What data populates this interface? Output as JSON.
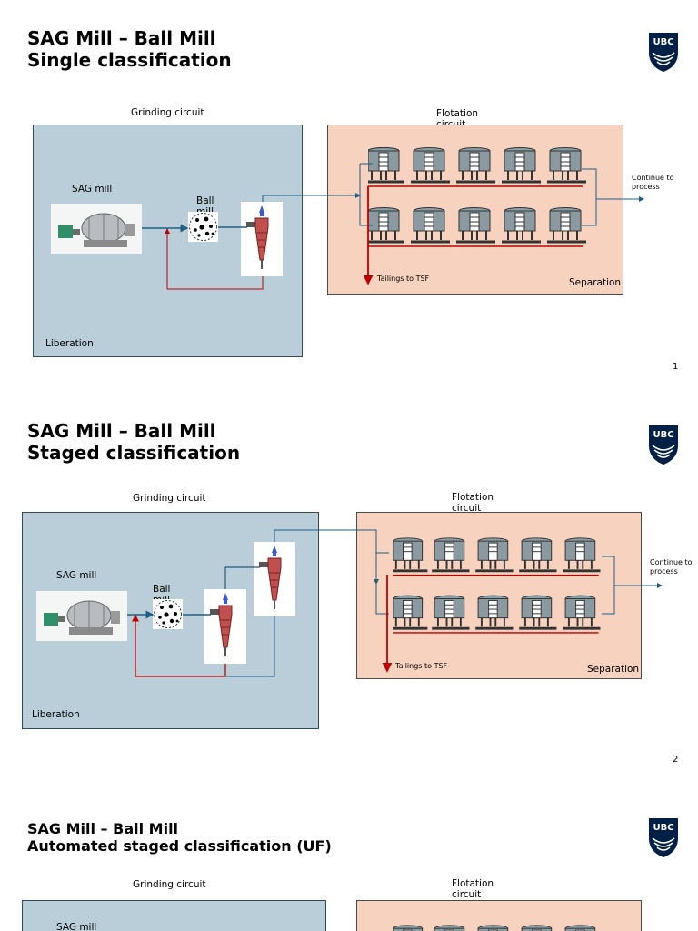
{
  "slides": [
    {
      "title_line1": "SAG Mill – Ball Mill",
      "title_line2": "Single classification",
      "logo_text": "UBC",
      "grinding_label": "Grinding circuit",
      "flotation_label": "Flotation circuit",
      "sag_label": "SAG mill",
      "ball_label": "Ball mill",
      "liberation_label": "Liberation",
      "separation_label": "Separation",
      "continue_label": "Continue to process",
      "tailings_label": "Tailings to TSF",
      "page_number": "1"
    },
    {
      "title_line1": "SAG Mill – Ball Mill",
      "title_line2": "Staged classification",
      "logo_text": "UBC",
      "grinding_label": "Grinding circuit",
      "flotation_label": "Flotation circuit",
      "sag_label": "SAG mill",
      "ball_label": "Ball mill",
      "liberation_label": "Liberation",
      "separation_label": "Separation",
      "continue_label": "Continue to process",
      "tailings_label": "Tailings to TSF",
      "page_number": "2"
    },
    {
      "title_line1": "SAG Mill – Ball Mill",
      "title_line2": "Automated staged classification (UF)",
      "logo_text": "UBC",
      "grinding_label": "Grinding circuit",
      "flotation_label": "Flotation circuit",
      "sag_label": "SAG mill"
    }
  ],
  "colors": {
    "grinding_bg": "#b9ced9",
    "flotation_bg": "#f7d2bf",
    "flow_line": "#1f5f85",
    "recycle_line": "#c00000",
    "logo": "#002145"
  },
  "icons": [
    "ubc-crest-icon",
    "sag-mill-icon",
    "ball-mill-icon",
    "hydrocyclone-icon",
    "flotation-cell-icon"
  ]
}
